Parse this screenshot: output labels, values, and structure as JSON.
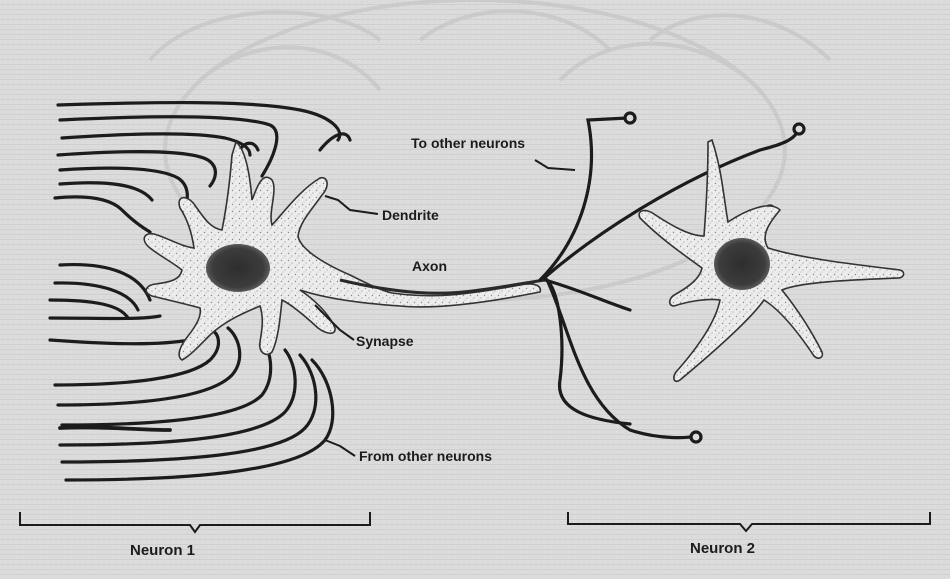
{
  "labels": {
    "to_other_neurons": "To other neurons",
    "dendrite": "Dendrite",
    "axon": "Axon",
    "synapse": "Synapse",
    "from_other_neurons": "From other neurons",
    "neuron1": "Neuron 1",
    "neuron2": "Neuron 2"
  },
  "colors": {
    "paper": "#dcdcdc",
    "ink": "#1c1c1c",
    "cell_fill": "#e9e9e9",
    "nucleus": "#3c3c3c"
  }
}
